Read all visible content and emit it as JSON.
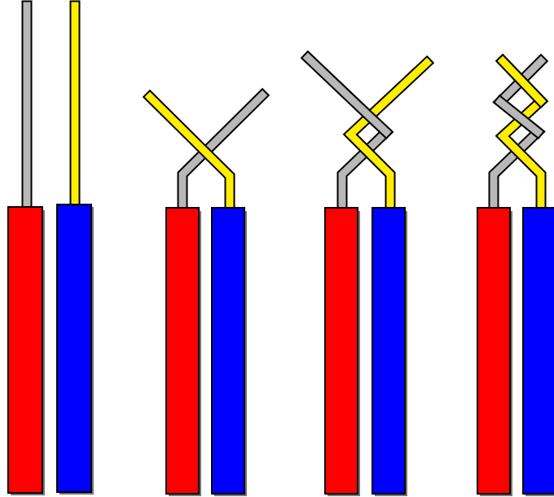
{
  "diagram": {
    "description_text": "",
    "colors": {
      "background": "#ffffff",
      "red_insulation": "#ff0000",
      "blue_insulation": "#0000ff",
      "gray_wire": "#b8b8b8",
      "yellow_wire": "#ffee00",
      "outline": "#000000",
      "shadow": "#777777"
    },
    "stages": [
      {
        "id": "stage-1",
        "twists": 0
      },
      {
        "id": "stage-2",
        "twists": 1
      },
      {
        "id": "stage-3",
        "twists": 2
      },
      {
        "id": "stage-4",
        "twists": 3
      }
    ]
  }
}
